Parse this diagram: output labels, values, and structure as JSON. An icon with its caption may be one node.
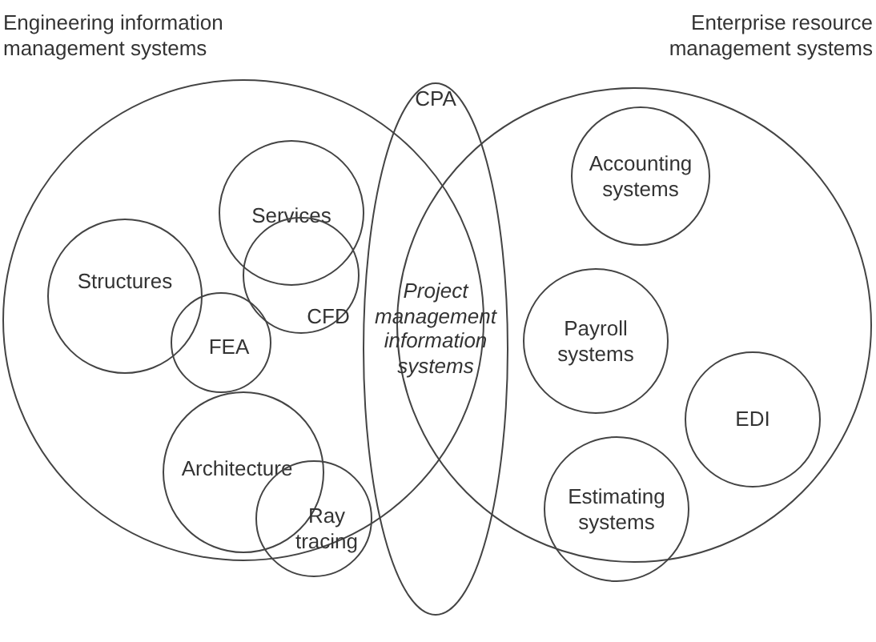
{
  "diagram": {
    "nodes": [
      {
        "text": [
          "Engineering information management systems"
        ]
      },
      {
        "text": [
          "Enterprise resource management systems"
        ]
      },
      {
        "text": [
          "CPA",
          "Project management information systems"
        ]
      },
      {
        "text": [
          "Services"
        ],
        "in": 0
      },
      {
        "text": [
          "CFD"
        ],
        "in": 0
      },
      {
        "text": [
          "Structures"
        ],
        "in": 0
      },
      {
        "text": [
          "FEA"
        ],
        "in": 0
      },
      {
        "text": [
          "Architecture"
        ],
        "in": 0
      },
      {
        "text": [
          "Ray tracing"
        ],
        "in": 0
      },
      {
        "text": [
          "Accounting systems"
        ],
        "in": 1
      },
      {
        "text": [
          "Payroll systems"
        ],
        "in": 1
      },
      {
        "text": [
          "EDI"
        ],
        "in": 1
      },
      {
        "text": [
          "Estimating systems"
        ],
        "in": 1
      }
    ]
  }
}
